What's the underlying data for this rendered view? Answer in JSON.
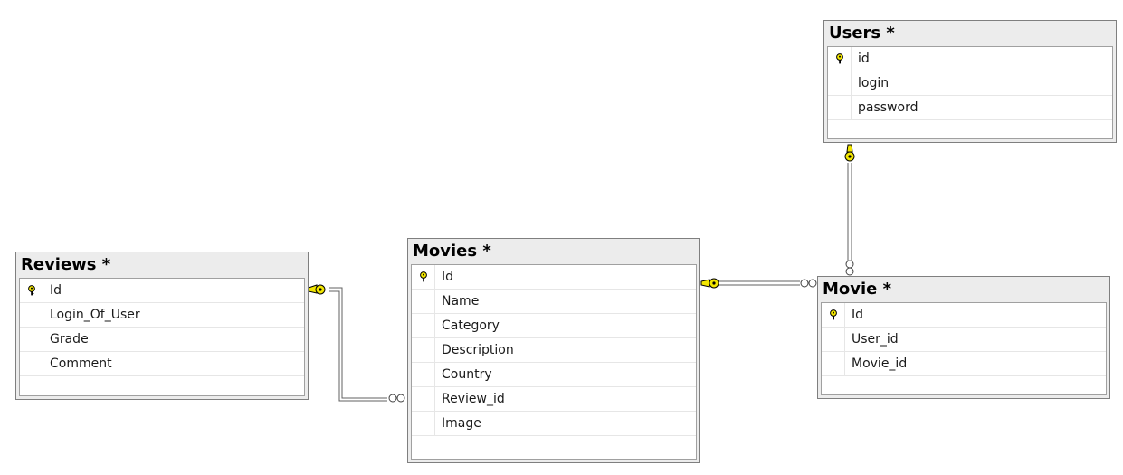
{
  "tables": {
    "users": {
      "title": "Users *",
      "columns": [
        {
          "name": "id",
          "key": true
        },
        {
          "name": "login",
          "key": false
        },
        {
          "name": "password",
          "key": false
        }
      ]
    },
    "reviews": {
      "title": "Reviews *",
      "columns": [
        {
          "name": "Id",
          "key": true
        },
        {
          "name": "Login_Of_User",
          "key": false
        },
        {
          "name": "Grade",
          "key": false
        },
        {
          "name": "Comment",
          "key": false
        }
      ]
    },
    "movies": {
      "title": "Movies *",
      "columns": [
        {
          "name": "Id",
          "key": true
        },
        {
          "name": "Name",
          "key": false
        },
        {
          "name": "Category",
          "key": false
        },
        {
          "name": "Description",
          "key": false
        },
        {
          "name": "Country",
          "key": false
        },
        {
          "name": "Review_id",
          "key": false
        },
        {
          "name": "Image",
          "key": false
        }
      ]
    },
    "movie": {
      "title": "Movie *",
      "columns": [
        {
          "name": "Id",
          "key": true
        },
        {
          "name": "User_id",
          "key": false
        },
        {
          "name": "Movie_id",
          "key": false
        }
      ]
    }
  },
  "relationships": [
    {
      "from": "reviews",
      "to": "movies",
      "one_end": "key-icon",
      "many_end": "infinity-icon"
    },
    {
      "from": "movies",
      "to": "movie",
      "one_end": "key-icon",
      "many_end": "infinity-icon"
    },
    {
      "from": "users",
      "to": "movie",
      "one_end": "key-icon",
      "many_end": "infinity-icon"
    }
  ],
  "colors": {
    "key_fill": "#f2e600",
    "key_stroke": "#000000",
    "line": "#606060",
    "header_bg": "#ececec"
  }
}
